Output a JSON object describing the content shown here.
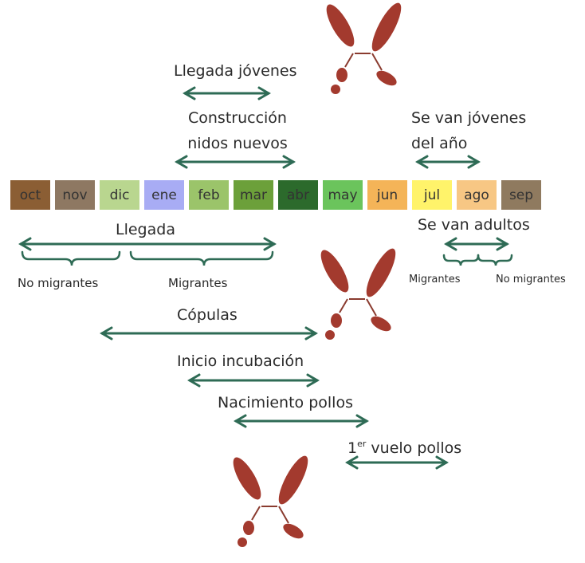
{
  "months": [
    {
      "label": "oct",
      "color": "#8B5E34"
    },
    {
      "label": "nov",
      "color": "#8E7862"
    },
    {
      "label": "dic",
      "color": "#B9D68F"
    },
    {
      "label": "ene",
      "color": "#A8ACF4"
    },
    {
      "label": "feb",
      "color": "#9BC46A"
    },
    {
      "label": "mar",
      "color": "#6CA03A"
    },
    {
      "label": "abr",
      "color": "#2C6A2C"
    },
    {
      "label": "may",
      "color": "#6BC45C"
    },
    {
      "label": "jun",
      "color": "#F4B458"
    },
    {
      "label": "jul",
      "color": "#FFF36A"
    },
    {
      "label": "ago",
      "color": "#F7C784"
    },
    {
      "label": "sep",
      "color": "#8F7A5F"
    }
  ],
  "labels": {
    "llegada_jovenes": "Llegada jóvenes",
    "construccion_1": "Construcción",
    "construccion_2": "nidos nuevos",
    "se_van_jovenes_1": "Se van jóvenes",
    "se_van_jovenes_2": "del año",
    "llegada": "Llegada",
    "no_migrantes_left": "No migrantes",
    "migrantes_left": "Migrantes",
    "se_van_adultos": "Se van adultos",
    "migrantes_right": "Migrantes",
    "no_migrantes_right": "No migrantes",
    "copulas": "Cópulas",
    "inicio_incubacion": "Inicio incubación",
    "nacimiento_pollos": "Nacimiento pollos",
    "primer_vuelo_sup": "er",
    "primer_vuelo_num": "1",
    "primer_vuelo_rest": " vuelo pollos"
  },
  "colors": {
    "arrow": "#2E6B55",
    "stork": "#A33A2E"
  }
}
